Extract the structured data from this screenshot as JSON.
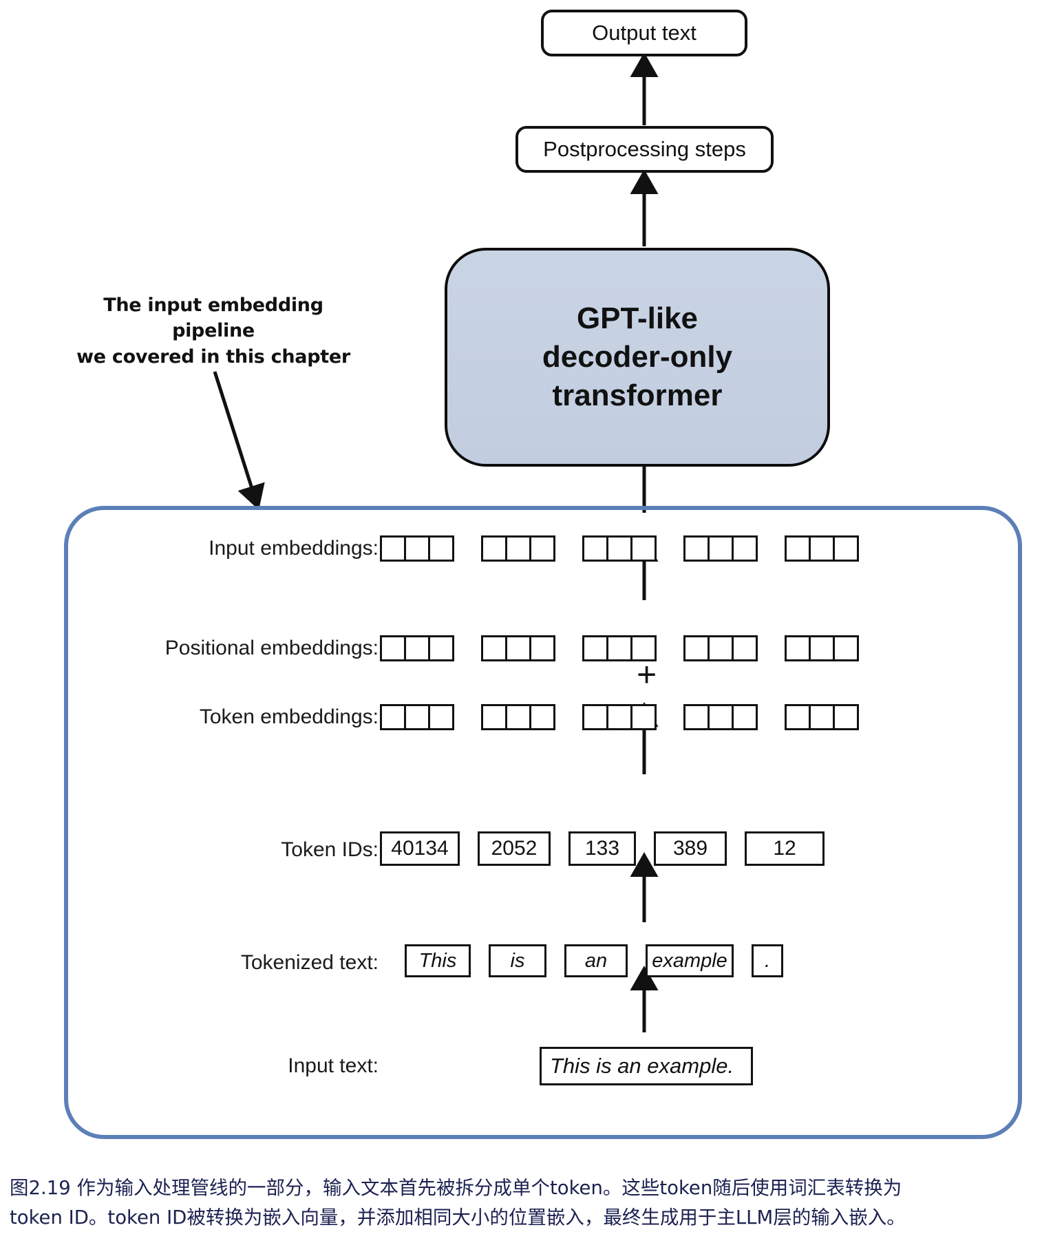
{
  "figure": {
    "top_boxes": {
      "output_text": "Output text",
      "postprocessing": "Postprocessing steps",
      "transformer_lines": [
        "GPT-like",
        "decoder-only",
        "transformer"
      ]
    },
    "annotation": {
      "lines": [
        "The input embedding pipeline",
        "we covered in this chapter"
      ]
    },
    "operators": {
      "plus": "+"
    },
    "rows": [
      {
        "key": "input_embeddings",
        "label": "Input embeddings:",
        "type": "cells",
        "groups": 5,
        "cells_per_group": 3
      },
      {
        "key": "positional_embeddings",
        "label": "Positional embeddings:",
        "type": "cells",
        "groups": 5,
        "cells_per_group": 3
      },
      {
        "key": "token_embeddings",
        "label": "Token embeddings:",
        "type": "cells",
        "groups": 5,
        "cells_per_group": 3
      },
      {
        "key": "token_ids",
        "label": "Token IDs:",
        "type": "values",
        "values": [
          "40134",
          "2052",
          "133",
          "389",
          "12"
        ]
      },
      {
        "key": "tokenized_text",
        "label": "Tokenized text:",
        "type": "values",
        "values": [
          "This",
          "is",
          "an",
          "example",
          "."
        ]
      },
      {
        "key": "input_text",
        "label": "Input text:",
        "type": "single",
        "value": "This is an example."
      }
    ],
    "colors": {
      "transformer_fill": "#c5d0e0",
      "pipeline_border": "#5c7fb8",
      "stroke": "#111111",
      "caption_text": "#1b2150"
    }
  },
  "caption": {
    "lines": [
      "图2.19 作为输入处理管线的一部分，输入文本首先被拆分成单个token。这些token随后使用词汇表转换为",
      "token ID。token ID被转换为嵌入向量，并添加相同大小的位置嵌入，最终生成用于主LLM层的输入嵌入。"
    ]
  }
}
